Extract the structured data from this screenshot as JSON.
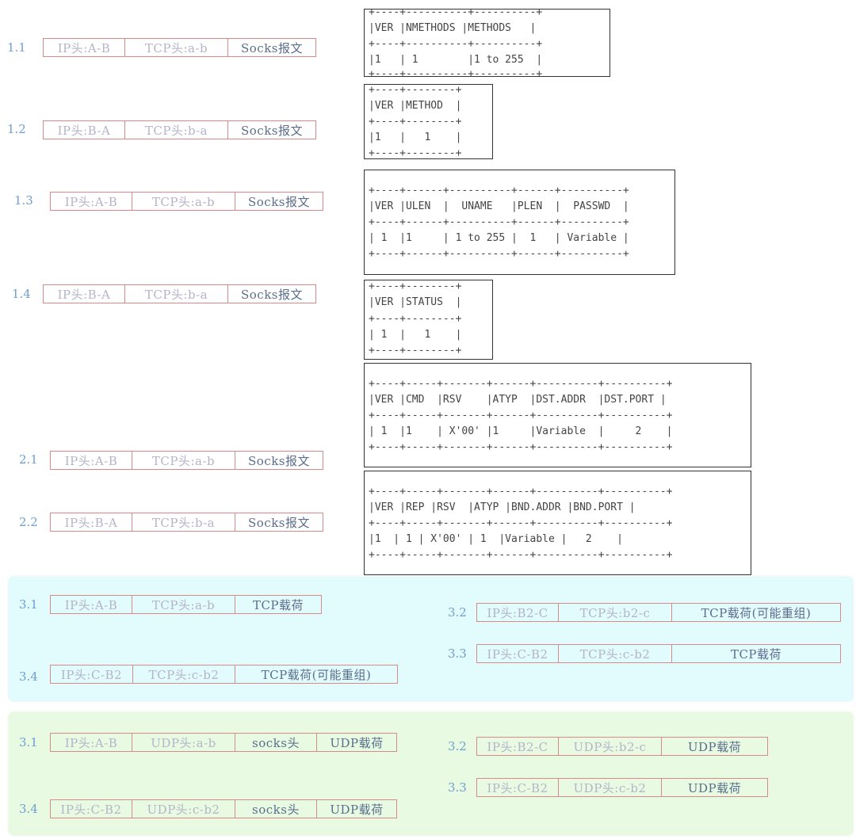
{
  "handshake": [
    {
      "step": "1.1",
      "segs": [
        "IP头:A-B",
        "TCP头:a-b",
        "Socks报文"
      ]
    },
    {
      "step": "1.2",
      "segs": [
        "IP头:B-A",
        "TCP头:b-a",
        "Socks报文"
      ]
    },
    {
      "step": "1.3",
      "segs": [
        "IP头:A-B",
        "TCP头:a-b",
        "Socks报文"
      ]
    },
    {
      "step": "1.4",
      "segs": [
        "IP头:B-A",
        "TCP头:b-a",
        "Socks报文"
      ]
    },
    {
      "step": "2.1",
      "segs": [
        "IP头:A-B",
        "TCP头:a-b",
        "Socks报文"
      ]
    },
    {
      "step": "2.2",
      "segs": [
        "IP头:B-A",
        "TCP头:b-a",
        "Socks报文"
      ]
    }
  ],
  "frames": [
    {
      "lines": [
        "+----+----------+----------+",
        "|VER |NMETHODS |METHODS   |",
        "+----+----------+----------+",
        "|1   | 1        |1 to 255  |",
        "+----+----------+----------+"
      ]
    },
    {
      "lines": [
        "+----+--------+",
        "|VER |METHOD  |",
        "+----+--------+",
        "|1   |   1    |",
        "+----+--------+"
      ]
    },
    {
      "lines": [
        "+----+------+----------+------+----------+",
        "|VER |ULEN  |  UNAME   |PLEN  |  PASSWD  |",
        "+----+------+----------+------+----------+",
        "| 1  |1     | 1 to 255 |  1   | Variable |",
        "+----+------+----------+------+----------+"
      ]
    },
    {
      "lines": [
        "+----+--------+",
        "|VER |STATUS  |",
        "+----+--------+",
        "| 1  |   1    |",
        "+----+--------+"
      ]
    },
    {
      "lines": [
        "+----+-----+-------+------+----------+----------+",
        "|VER |CMD  |RSV    |ATYP  |DST.ADDR  |DST.PORT |",
        "+----+-----+-------+------+----------+----------+",
        "| 1  |1    | X'00' |1     |Variable  |     2    |",
        "+----+-----+-------+------+----------+----------+"
      ]
    },
    {
      "lines": [
        "+----+-----+-------+------+----------+----------+",
        "|VER |REP |RSV  |ATYP |BND.ADDR |BND.PORT |",
        "+----+-----+-------+------+----------+----------+",
        "|1  | 1 | X'00' | 1  |Variable |   2    |",
        "+----+-----+-------+------+----------+----------+"
      ]
    }
  ],
  "tcp_relay": [
    {
      "step": "3.1",
      "segs": [
        "IP头:A-B",
        "TCP头:a-b",
        "TCP载荷"
      ]
    },
    {
      "step": "3.2",
      "segs": [
        "IP头:B2-C",
        "TCP头:b2-c",
        "TCP载荷(可能重组)"
      ]
    },
    {
      "step": "3.3",
      "segs": [
        "IP头:C-B2",
        "TCP头:c-b2",
        "TCP载荷"
      ]
    },
    {
      "step": "3.4",
      "segs": [
        "IP头:C-B2",
        "TCP头:c-b2",
        "TCP载荷(可能重组)"
      ]
    }
  ],
  "udp_relay": [
    {
      "step": "3.1",
      "segs": [
        "IP头:A-B",
        "UDP头:a-b",
        "socks头",
        "UDP载荷"
      ]
    },
    {
      "step": "3.2",
      "segs": [
        "IP头:B2-C",
        "UDP头:b2-c",
        "UDP载荷"
      ]
    },
    {
      "step": "3.3",
      "segs": [
        "IP头:C-B2",
        "UDP头:c-b2",
        "UDP载荷"
      ]
    },
    {
      "step": "3.4",
      "segs": [
        "IP头:C-B2",
        "UDP头:c-b2",
        "socks头",
        "UDP载荷"
      ]
    }
  ]
}
